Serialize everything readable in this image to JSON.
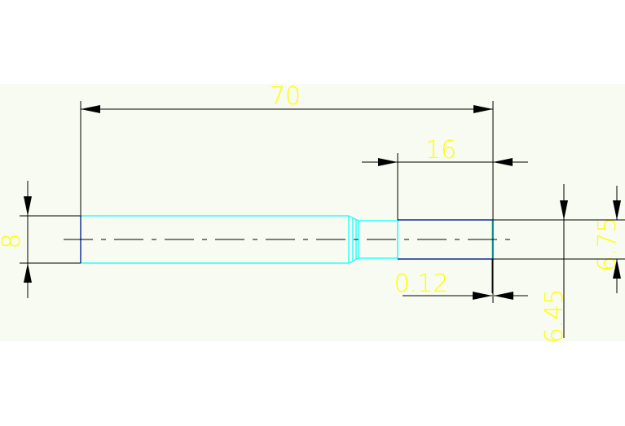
{
  "colors": {
    "background": "#ffffff",
    "drawing_area": "#f8fbf1",
    "dimension_text": "#ffff00",
    "dimension_line": "#000000",
    "part_outline": "#00ffff",
    "part_edge": "#000080",
    "centerline": "#000000"
  },
  "dimensions": {
    "overall_length": "70",
    "section_length": "16",
    "shank_diameter": "8",
    "section_diameter": "6.75",
    "minor_diameter": "6.45",
    "offset": "0.12"
  }
}
